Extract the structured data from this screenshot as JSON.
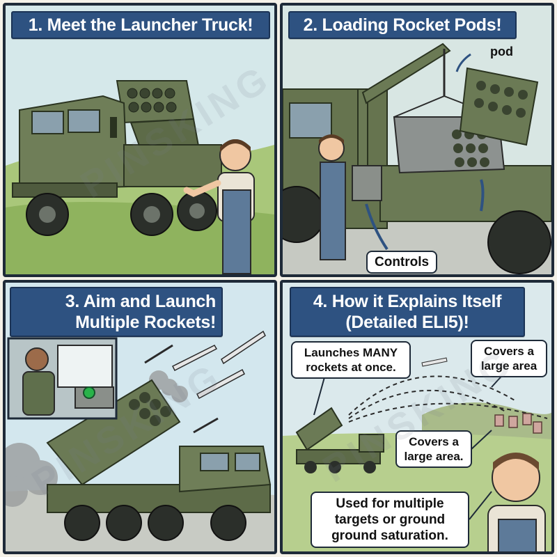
{
  "panels": {
    "p1": {
      "title": "1. Meet the Launcher Truck!"
    },
    "p2": {
      "title": "2. Loading Rocket Pods!",
      "pod_label": "pod",
      "controls_label": "Controls"
    },
    "p3": {
      "title_lines": [
        "3. Aim and Launch",
        "Multiple Rockets!"
      ]
    },
    "p4": {
      "title_lines": [
        "4. How it Explains Itself",
        "(Detailed ELI5)!"
      ],
      "bubble_launches": [
        "Launches MANY",
        "rockets at once."
      ],
      "bubble_covers_a": [
        "Covers a",
        "large area"
      ],
      "bubble_covers_b": [
        "Covers a",
        "large area."
      ],
      "bubble_used": [
        "Used for multiple",
        "targets or ground",
        "ground saturation."
      ]
    }
  },
  "watermark": "PINSKING",
  "colors": {
    "title_bg": "#2e5281",
    "truck_green": "#6b7a55",
    "sky": "#cfe3ea",
    "grass": "#9bbf6a",
    "border": "#1e2a38"
  }
}
